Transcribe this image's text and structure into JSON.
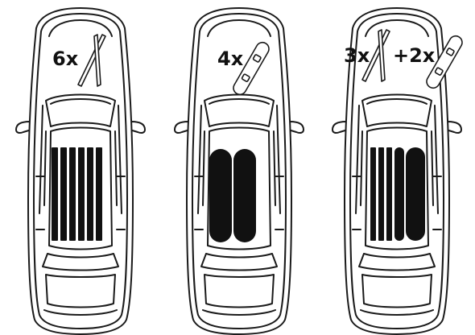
{
  "title": "",
  "colors": {
    "outline": "#1a1a1a",
    "fill": "#ffffff",
    "cargo": "#111111"
  },
  "cars": [
    {
      "id": "car-1",
      "labels": [
        "6x"
      ],
      "cargo": {
        "type": "skis",
        "count": 6
      }
    },
    {
      "id": "car-2",
      "labels": [
        "4x"
      ],
      "cargo": {
        "type": "snowboards",
        "count": 4
      }
    },
    {
      "id": "car-3",
      "labels": [
        "3x",
        "+2x"
      ],
      "cargo": {
        "type": "mixed",
        "skis": 3,
        "snowboards": 2
      }
    }
  ]
}
